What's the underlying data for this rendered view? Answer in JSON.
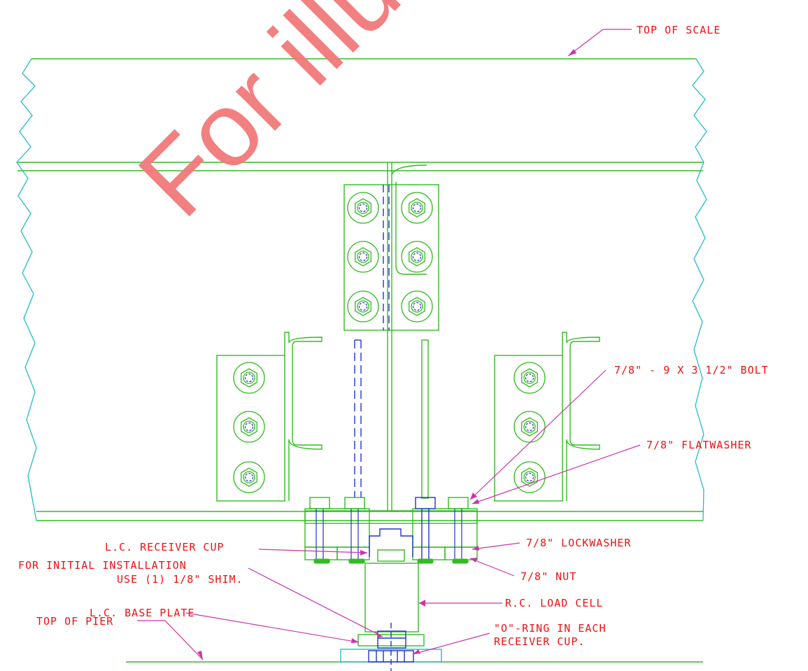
{
  "colors": {
    "green": "#33bb22",
    "blue": "#2233cc",
    "red": "#ee1111",
    "cyan": "#22bbcc",
    "magenta": "#cc33aa",
    "watermark": "#f27a7a"
  },
  "watermark": "For illus",
  "labels": {
    "top_of_scale": "TOP OF SCALE",
    "bolt": "7/8\" - 9 X 3 1/2\" BOLT",
    "flatwasher": "7/8\" FLATWASHER",
    "lockwasher": "7/8\" LOCKWASHER",
    "nut": "7/8\" NUT",
    "receiver_cup": "L.C. RECEIVER CUP",
    "initial_install_line1": "FOR INITIAL INSTALLATION",
    "initial_install_line2": "USE (1) 1/8\" SHIM.",
    "base_plate": "L.C. BASE PLATE",
    "top_of_pier": "TOP OF PIER",
    "load_cell": "R.C. LOAD CELL",
    "oring_line1": "\"O\"-RING IN EACH",
    "oring_line2": "RECEIVER CUP."
  }
}
